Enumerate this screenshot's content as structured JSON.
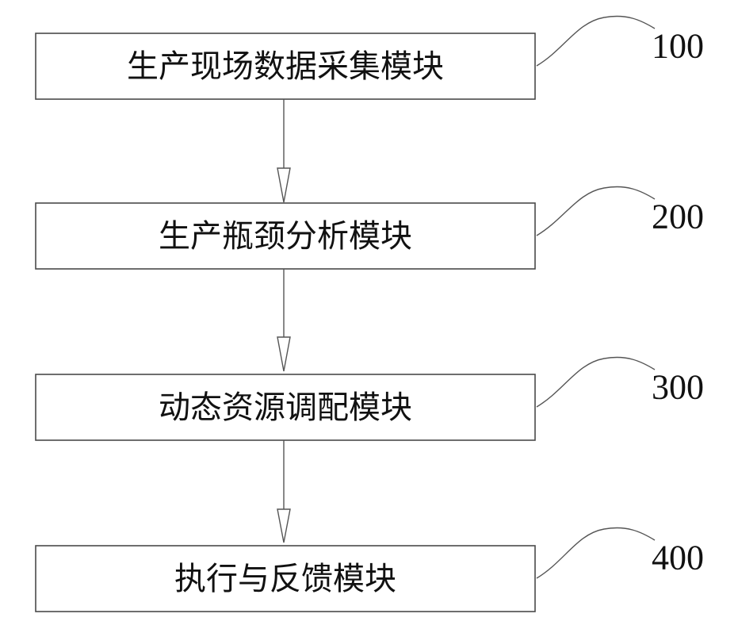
{
  "modules": [
    {
      "label": "生产现场数据采集模块",
      "ref": "100"
    },
    {
      "label": "生产瓶颈分析模块",
      "ref": "200"
    },
    {
      "label": "动态资源调配模块",
      "ref": "300"
    },
    {
      "label": "执行与反馈模块",
      "ref": "400"
    }
  ],
  "connections": [
    {
      "from": "100",
      "to": "200"
    },
    {
      "from": "200",
      "to": "300"
    },
    {
      "from": "300",
      "to": "400"
    }
  ]
}
